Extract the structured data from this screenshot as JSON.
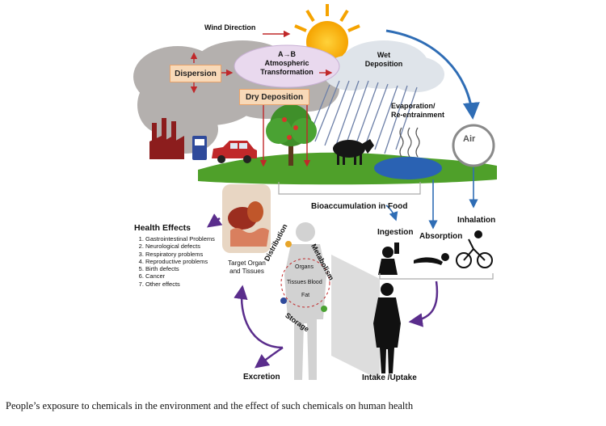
{
  "labels": {
    "wind_direction": "Wind Direction",
    "dispersion": "Dispersion",
    "transformation": [
      "A→B",
      "Atmospheric",
      "Transformation"
    ],
    "wet_deposition": [
      "Wet",
      "Deposition"
    ],
    "dry_deposition": "Dry Deposition",
    "evaporation": [
      "Evaporation/",
      "Re-entrainment"
    ],
    "air": "Air",
    "bioaccumulation": "Bioaccumulation in Food",
    "ingestion": "Ingestion",
    "absorption": "Absorption",
    "inhalation": "Inhalation",
    "target_organ": [
      "Target Organ",
      "and Tissues"
    ],
    "distribution": "Distribution",
    "metabolism": "Metabolism",
    "storage": "Storage",
    "organs": "Organs",
    "tissues_blood": "Tissues Blood",
    "fat": "Fat",
    "excretion": "Excretion",
    "intake": "Intake /Uptake"
  },
  "health_effects": {
    "title": "Health Effects",
    "items": [
      "Gastrointestinal Problems",
      "Neurological defects",
      "Respiratory problems",
      "Reproductive problems",
      "Birth defects",
      "Cancer",
      "Other effects"
    ]
  },
  "caption": "People’s exposure to chemicals in the environment and the effect of such chemicals on human health",
  "colors": {
    "flow_arrow": "#2f6db5",
    "body_arrow": "#5a2d8c",
    "red_arrow": "#c0282a",
    "box_fill": "#f8d9b8"
  }
}
